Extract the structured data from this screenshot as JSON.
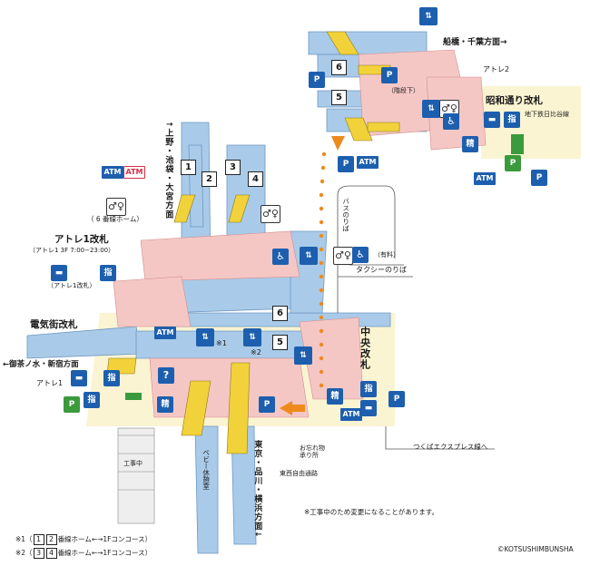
{
  "directions": {
    "north": "↑上野・池袋・大宮方面",
    "south": "東京・品川・横浜方面↓",
    "east": "船橋・千葉方面→",
    "west": "←御茶ノ水・新宿方面"
  },
  "gates": {
    "showa": "昭和通り改札",
    "atre1": "アトレ1改札",
    "atre1_hours": "（アトレ1 3F 7:00−23:00）",
    "atre1_small": "（アトレ1改札）",
    "denki": "電気街改札",
    "chuo": "中央改札"
  },
  "places": {
    "atre1": "アトレ1",
    "atre2": "アトレ2",
    "subway": "地下鉄日比谷線",
    "bus": "バスのりば",
    "taxi": "タクシーのりば",
    "paid": "（有料）",
    "stairs_down": "（階段下）",
    "home6": "（ 6 番線ホーム）",
    "baby": "ベビー休憩室",
    "lost": "お忘れ物\n承り所",
    "passage": "東西自由通路",
    "tsukuba": "つくばエクスプレス線へ",
    "construction": "工事中"
  },
  "platforms": [
    "1",
    "2",
    "3",
    "4",
    "5",
    "6"
  ],
  "icons": {
    "atm": "ATM",
    "reserved": "指",
    "seisan": "精",
    "info": "?",
    "parking": "P",
    "elevator": "⇅",
    "toilet": "♂♀",
    "wheelchair": "♿",
    "ticket": "▬"
  },
  "notes": {
    "marker1": "※1",
    "marker2": "※2",
    "construction_note": "※工事中のため変更になることがあります。",
    "note1_prefix": "※1（",
    "note1_nums": [
      "1",
      "2"
    ],
    "note1_suffix": "番線ホーム←→1Fコンコース）",
    "note2_prefix": "※2（",
    "note2_nums": [
      "3",
      "4"
    ],
    "note2_suffix": "番線ホーム←→1Fコンコース）",
    "copyright": "©KOTSUSHIMBUNSHA"
  },
  "colors": {
    "platform": "#a9cbe9",
    "concourse": "#f4c7c5",
    "area": "#fbf4d2",
    "stairs": "#f2d23a",
    "route": "#ee8a1c",
    "icon_blue": "#1d5fae",
    "icon_green": "#3a9a3c"
  }
}
